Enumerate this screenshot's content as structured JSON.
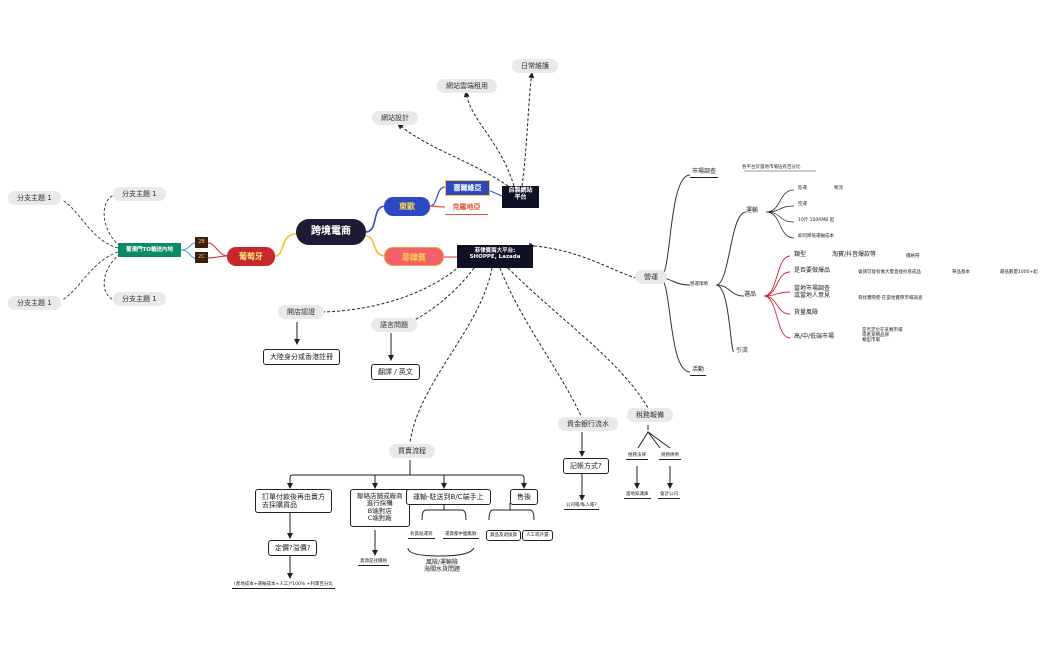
{
  "root": "跨境電商",
  "branches": {
    "eastern_europe": "東歐",
    "portugal": "葡萄牙",
    "philippines": "菲律賓"
  },
  "europe_countries": [
    "塞爾維亞",
    "克羅地亞"
  ],
  "self_site": {
    "label": "自製網站\n平台",
    "children": [
      "網站設計",
      "網站雲端租用",
      "日常維護"
    ]
  },
  "portugal_side": {
    "badges": [
      "2B",
      "2C"
    ],
    "topic": "葡澳門TO輸送內地",
    "subtopics": [
      "分支主題 1",
      "分支主題 1"
    ],
    "far": [
      "分支主題 1",
      "分支主題 1"
    ]
  },
  "platform": {
    "label": "菲律賓兩大平台:\nSHOPPE, Lazada"
  },
  "left_items": {
    "store_open": {
      "label": "開店認證",
      "child": "大陸身分或香港註冊"
    },
    "language": {
      "label": "語言問題",
      "child": "翻譯 / 英文"
    }
  },
  "purchase": {
    "label": "買賣流程",
    "steps": {
      "order": "訂單付款後再由賣方\n去採購貨品",
      "pricing": "定價?溢價?",
      "pricing_note": "(產地成本+運輸成本+人工)*100% +利潤百分比",
      "warehouse": "聯絡店舖或廠商\n進行採購\nB端對店\nC端對廠",
      "warehouse_note": "貨源是往價格",
      "shipping": "運輸-駐送到B/C端手上",
      "shipping_opts": [
        "有貨就運到",
        "運貨都中國集散"
      ],
      "shipping_note": "風險/運輸險\n海關水貨問題",
      "aftersale": "售後",
      "aftersale_opts": [
        "貨品及退換貨",
        "人工或外置"
      ]
    }
  },
  "capital": {
    "label": "資金銀行流水",
    "child": "記帳方式?",
    "note": "公司帳/私人帳?"
  },
  "tax": {
    "label": "稅務報備",
    "opts": [
      "稅務法律",
      "稅務條例"
    ],
    "notes": [
      "當地知識庫",
      "會計公司"
    ]
  },
  "operation": {
    "label": "營運",
    "market": "市場調查",
    "market_note": "各平台於當地市場佔有百分比",
    "ops_section": "營運策略",
    "transport": "運輸",
    "transport_items": [
      "陸運",
      "空運",
      "10斤 100RMB 起",
      "如何降低運輸成本"
    ],
    "transport_extra": "物流",
    "selection": "選品",
    "selection_items": [
      "類型",
      "是否要做爆品",
      "當地市場調查\n或當地人意見",
      "貨量風險",
      "高/中/低端市場"
    ],
    "type_child": "淘寶/抖音爆款等",
    "type_child_note": "價格帶",
    "hot_desc": "會請可能有做大量直接抄底成品",
    "hot_desc2": "單品基本",
    "hot_desc3": "最低數量1000+起",
    "survey_desc": "尋找實際使 在當地實際市場調查",
    "market_level_desc": "是否定位在某類市場\n或者某類品牌\n類型市場",
    "promotion": "引流",
    "activity": "活動"
  }
}
